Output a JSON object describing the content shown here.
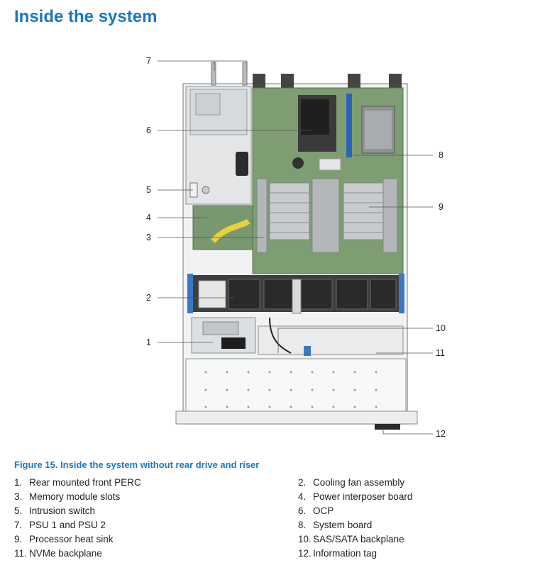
{
  "page_title": "Inside the system",
  "figure": {
    "caption": "Figure 15. Inside the system without rear drive and riser",
    "callouts": [
      "7",
      "6",
      "5",
      "4",
      "3",
      "2",
      "1",
      "8",
      "9",
      "10",
      "11",
      "12"
    ]
  },
  "legend": [
    {
      "num": "1.",
      "label": "Rear mounted front PERC"
    },
    {
      "num": "2.",
      "label": "Cooling fan assembly"
    },
    {
      "num": "3.",
      "label": "Memory module slots"
    },
    {
      "num": "4.",
      "label": "Power interposer board"
    },
    {
      "num": "5.",
      "label": "Intrusion switch"
    },
    {
      "num": "6.",
      "label": "OCP"
    },
    {
      "num": "7.",
      "label": "PSU 1 and PSU 2"
    },
    {
      "num": "8.",
      "label": "System board"
    },
    {
      "num": "9.",
      "label": "Processor heat sink"
    },
    {
      "num": "10.",
      "label": "SAS/SATA backplane"
    },
    {
      "num": "11.",
      "label": "NVMe backplane"
    },
    {
      "num": "12.",
      "label": "Information tag"
    }
  ],
  "colors": {
    "accent": "#1a78c2",
    "fan_blue": "#3b78c4"
  }
}
